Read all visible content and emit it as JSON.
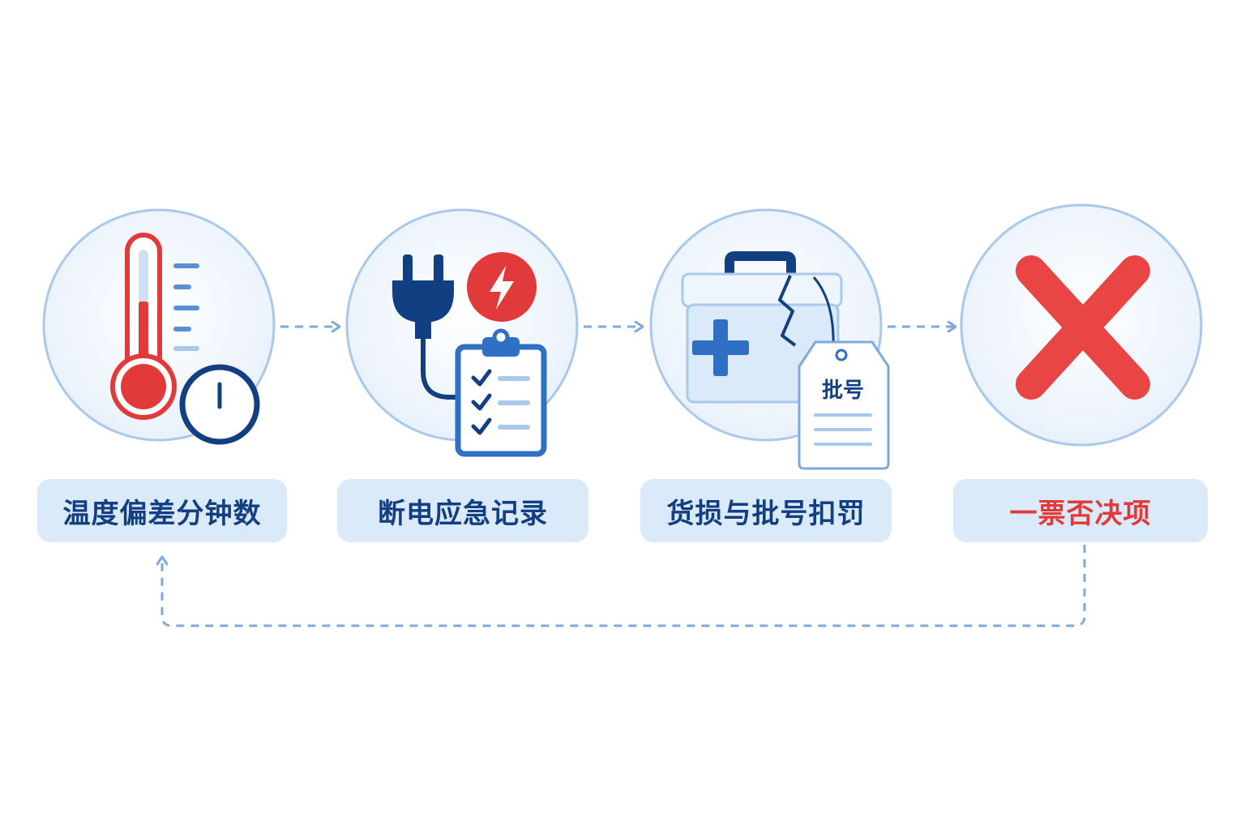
{
  "steps": [
    {
      "label": "温度偏差分钟数",
      "icon": "thermometer-clock-icon"
    },
    {
      "label": "断电应急记录",
      "icon": "plug-power-clipboard-icon"
    },
    {
      "label": "货损与批号扣罚",
      "icon": "damaged-medical-box-tag-icon"
    },
    {
      "label": "一票否决项",
      "icon": "red-x-icon"
    }
  ],
  "tag_text": "批号",
  "colors": {
    "primary": "#123f82",
    "accent_blue": "#2f6fc4",
    "light_blue": "#dbeaf8",
    "circle_fill": "#eef5fd",
    "circle_stroke": "#a9c8ec",
    "arrow": "#7fa9dc",
    "danger": "#e23a3a"
  }
}
